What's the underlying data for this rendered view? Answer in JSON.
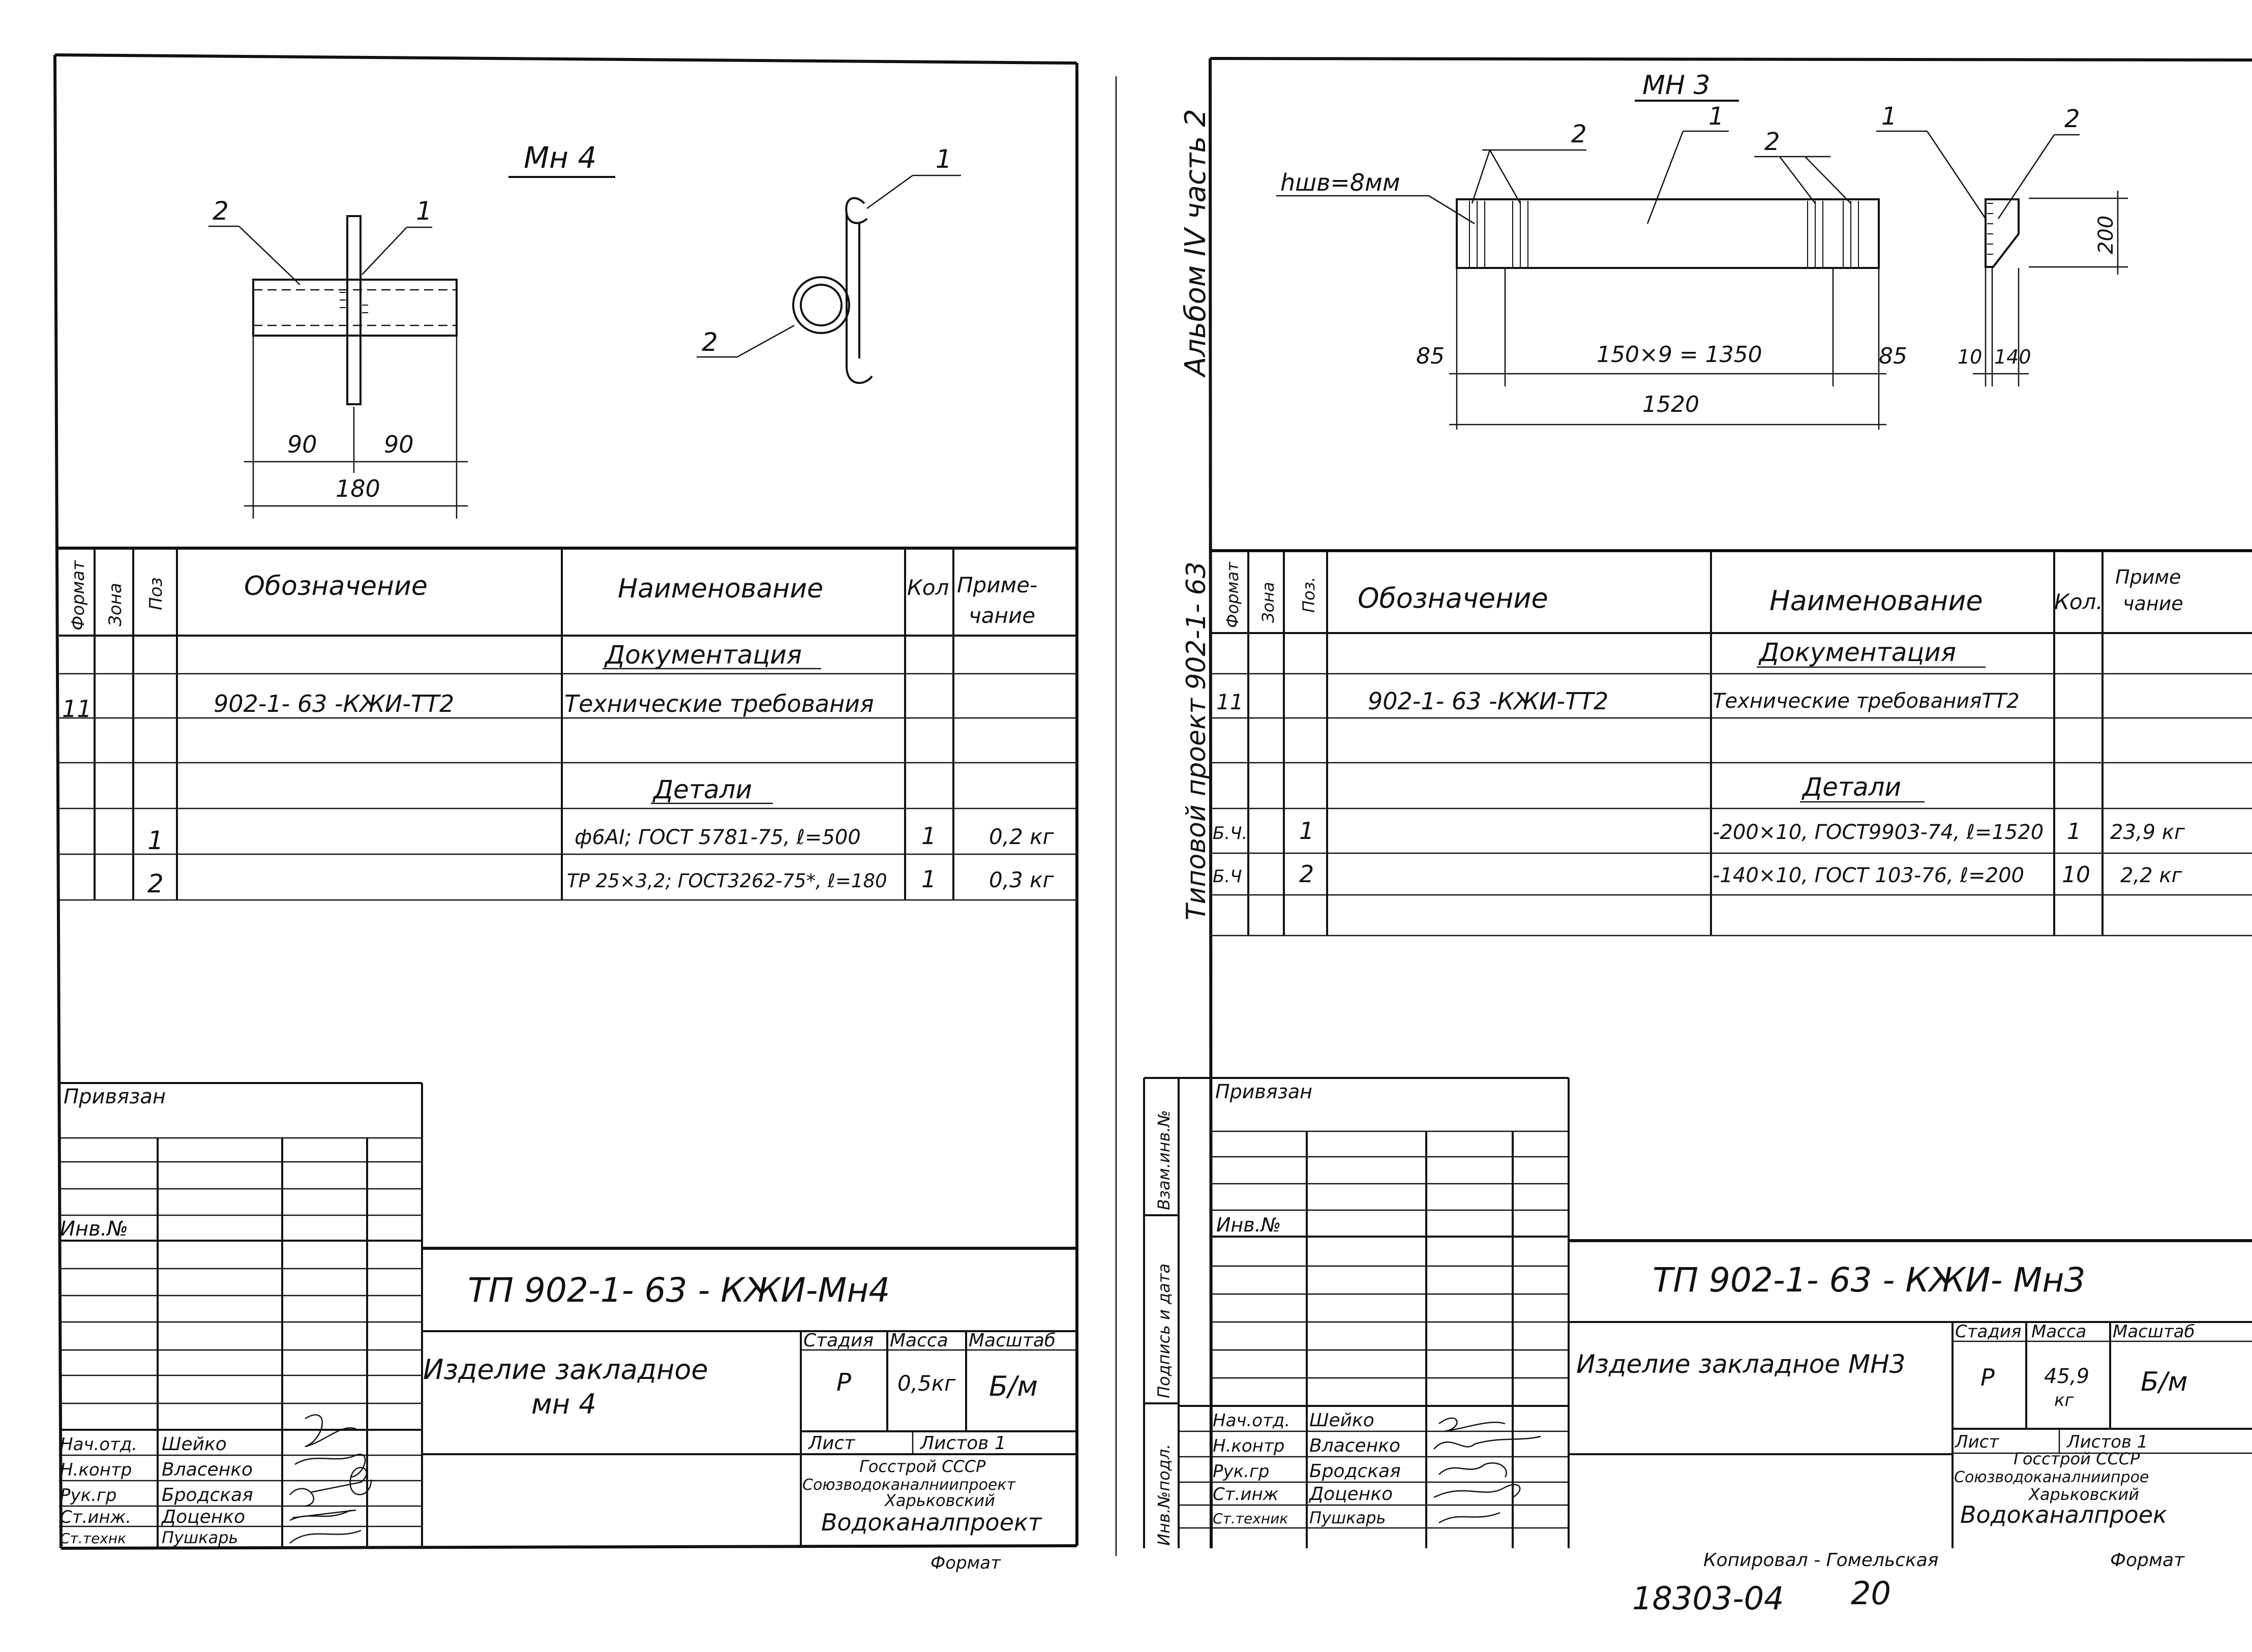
{
  "left_sheet": {
    "drawing": {
      "title": "Мн 4",
      "callouts": [
        "2",
        "1",
        "1",
        "2"
      ],
      "dims": [
        "90",
        "90",
        "180"
      ]
    },
    "spec": {
      "headers": [
        "Формат",
        "Зона",
        "Поз",
        "Обозначение",
        "Наименование",
        "Кол",
        "Приме-",
        "чание"
      ],
      "rows": [
        {
          "format": "",
          "pos": "",
          "designation": "",
          "name": "Документация",
          "qty": "",
          "note": "",
          "underline": true
        },
        {
          "format": "11",
          "pos": "",
          "designation": "902-1- 63 -КЖИ-ТТ2",
          "name": "Технические требования",
          "qty": "",
          "note": ""
        },
        {
          "format": "",
          "pos": "",
          "designation": "",
          "name": "",
          "qty": "",
          "note": ""
        },
        {
          "format": "",
          "pos": "",
          "designation": "",
          "name": "Детали",
          "qty": "",
          "note": "",
          "underline": true
        },
        {
          "format": "",
          "pos": "1",
          "designation": "",
          "name": "ф6АI; ГОСТ 5781-75, ℓ=500",
          "qty": "1",
          "note": "0,2 кг"
        },
        {
          "format": "",
          "pos": "2",
          "designation": "",
          "name": "ТР 25×3,2; ГОСТ3262-75*, ℓ=180",
          "qty": "1",
          "note": "0,3 кг"
        }
      ]
    },
    "stamp": {
      "privyazan": "Привязан",
      "inv": "Инв.№",
      "code": "ТП 902-1- 63 - КЖИ-Мн4",
      "product_line1": "Изделие закладное",
      "product_line2": "мн 4",
      "stage_h": "Стадия",
      "mass_h": "Масса",
      "scale_h": "Масштаб",
      "stage": "Р",
      "mass": "0,5кг",
      "scale": "Б/м",
      "sheet": "Лист",
      "sheets": "Листов 1",
      "org1": "Госстрой СССР",
      "org2": "Союзводоканалниипроект",
      "org3": "Харьковский",
      "org4": "Водоканалпроект",
      "roles": [
        "Нач.отд.",
        "Н.контр",
        "Рук.гр",
        "Ст.инж.",
        "Ст.технк"
      ],
      "names": [
        "Шейко",
        "Власенко",
        "Бродская",
        "Доценко",
        "Пушкарь"
      ],
      "format_label": "Формат"
    }
  },
  "right_sheet": {
    "drawing": {
      "title": "МН 3",
      "weld": "hшв=8мм",
      "callouts": [
        "2",
        "1",
        "2",
        "1",
        "2"
      ],
      "dims": [
        "85",
        "150×9 = 1350",
        "85",
        "1520",
        "10",
        "140",
        "200"
      ]
    },
    "side_text": "Альбом IV часть 2",
    "side_text2": "Типовой проект 902-1- 63",
    "spec": {
      "headers": [
        "Формат",
        "Зона",
        "Поз.",
        "Обозначение",
        "Наименование",
        "Кол.",
        "Приме",
        "чание"
      ],
      "rows": [
        {
          "format": "",
          "pos": "",
          "designation": "",
          "name": "Документация",
          "qty": "",
          "note": "",
          "underline": true
        },
        {
          "format": "11",
          "pos": "",
          "designation": "902-1- 63 -КЖИ-ТТ2",
          "name": "Технические требованияТТ2",
          "qty": "",
          "note": ""
        },
        {
          "format": "",
          "pos": "",
          "designation": "",
          "name": "",
          "qty": "",
          "note": ""
        },
        {
          "format": "",
          "pos": "",
          "designation": "",
          "name": "Детали",
          "qty": "",
          "note": "",
          "underline": true
        },
        {
          "format": "Б.Ч.",
          "pos": "1",
          "designation": "",
          "name": "-200×10, ГОСТ9903-74, ℓ=1520",
          "qty": "1",
          "note": "23,9 кг"
        },
        {
          "format": "Б.Ч",
          "pos": "2",
          "designation": "",
          "name": "-140×10, ГОСТ 103-76, ℓ=200",
          "qty": "10",
          "note": "2,2 кг"
        }
      ]
    },
    "stamp": {
      "privyazan": "Привязан",
      "inv": "Инв.№",
      "vzam": "Взам.инв.№",
      "podpis": "Подпись и дата",
      "invpodl": "Инв.№подл.",
      "code": "ТП 902-1- 63 - КЖИ- Мн3",
      "product": "Изделие закладное МН3",
      "stage_h": "Стадия",
      "mass_h": "Масса",
      "scale_h": "Масштаб",
      "stage": "Р",
      "mass_val": "45,9",
      "mass_unit": "кг",
      "scale": "Б/м",
      "sheet": "Лист",
      "sheets": "Листов 1",
      "org1": "Госстрой СССР",
      "org2": "Союзводоканалниипрое",
      "org3": "Харьковский",
      "org4": "Водоканалпроек",
      "roles": [
        "Нач.отд.",
        "Н.контр",
        "Рук.гр",
        "Ст.инж",
        "Ст.техник"
      ],
      "names": [
        "Шейко",
        "Власенко",
        "Бродская",
        "Доценко",
        "Пушкарь"
      ],
      "copied": "Копировал - Гомельская",
      "format_label": "Формат",
      "bottom_code": "18303-04",
      "page_no": "20"
    }
  }
}
